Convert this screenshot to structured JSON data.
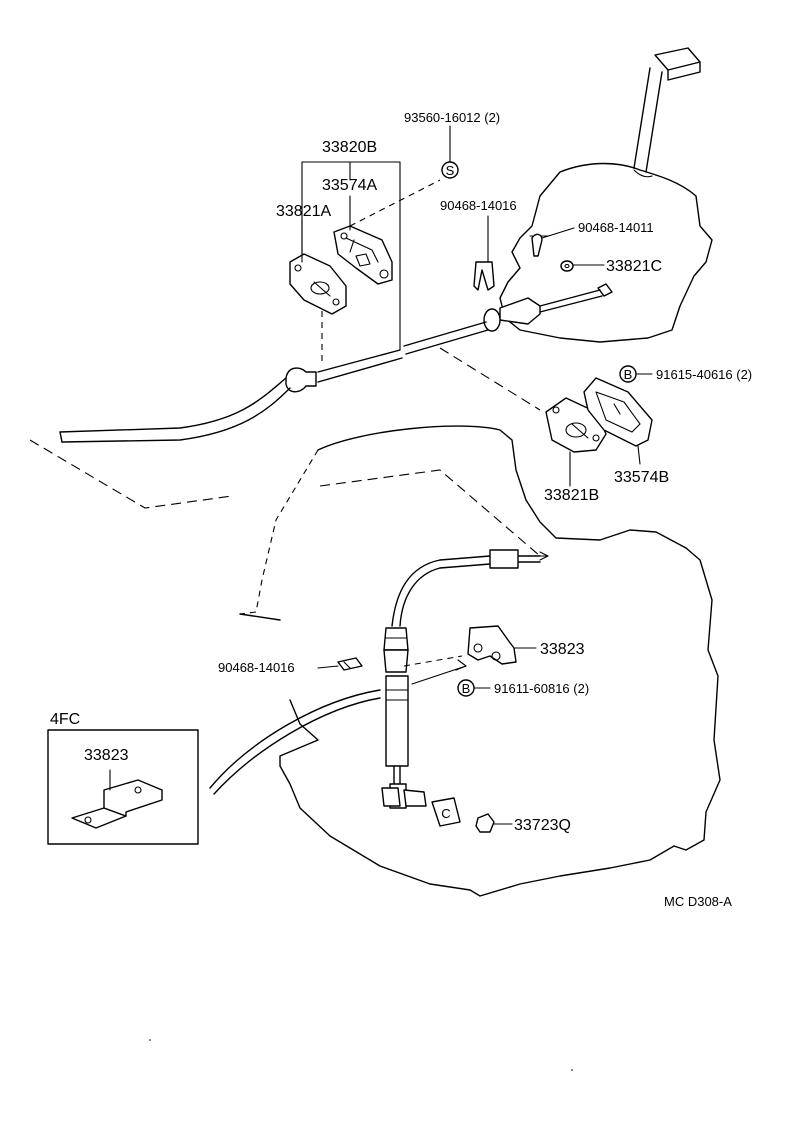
{
  "labels": {
    "bolt_93560": "93560-16012 (2)",
    "bracket_33820B": "33820B",
    "retainer_33574A": "33574A",
    "plate_33821A": "33821A",
    "clip_90468_14016_top": "90468-14016",
    "clip_90468_14011": "90468-14011",
    "washer_33821C": "33821C",
    "bolt_91615": "91615-40616 (2)",
    "plate_33821B": "33821B",
    "retainer_33574B": "33574B",
    "bracket_33823": "33823",
    "clip_90468_14016_bottom": "90468-14016",
    "bolt_91611": "91611-60816 (2)",
    "nut_33723Q": "33723Q",
    "inset_title": "4FC",
    "inset_part": "33823",
    "doc_code": "MC  D308-A"
  },
  "symbols": {
    "s_marker": "S",
    "b_marker_upper": "B",
    "b_marker_lower": "B"
  },
  "icons": {
    "shift_lever": "shift-lever-icon",
    "transmission": "transmission-housing-icon",
    "cable": "control-cable-icon"
  },
  "colors": {
    "ink": "#000000",
    "paper": "#ffffff"
  }
}
